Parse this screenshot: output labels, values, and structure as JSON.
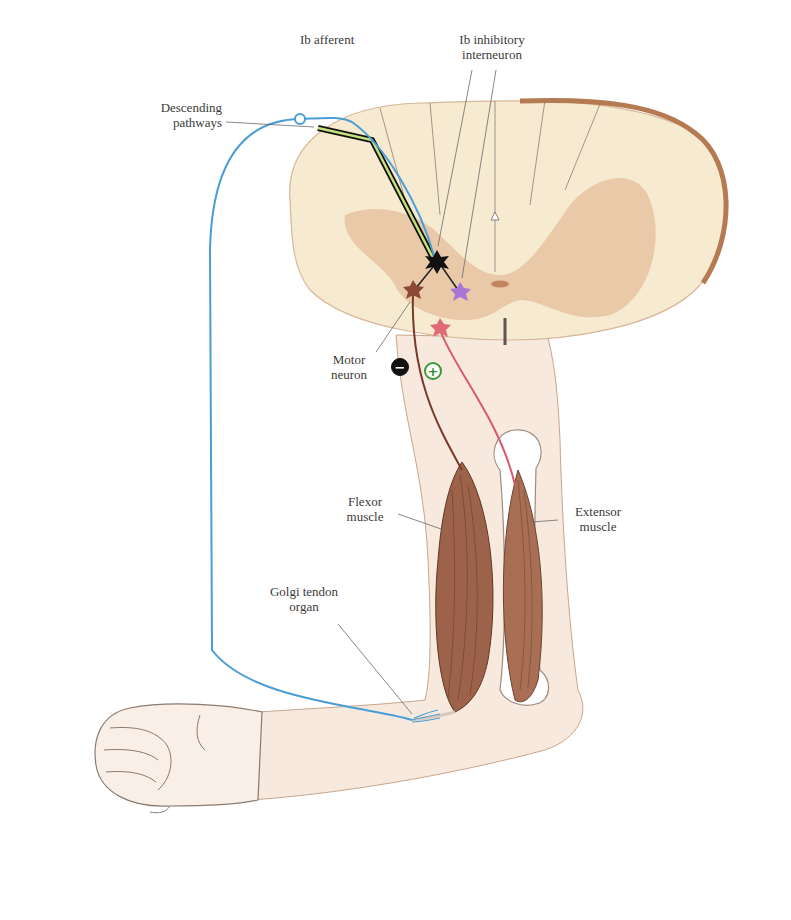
{
  "diagram": {
    "labels": [
      "Ib afferent",
      "Ib inhibitory interneuron",
      "Descending pathways",
      "Motor neuron",
      "Flexor muscle",
      "Extensor muscle",
      "Golgi tendon organ",
      "−",
      "+"
    ]
  }
}
